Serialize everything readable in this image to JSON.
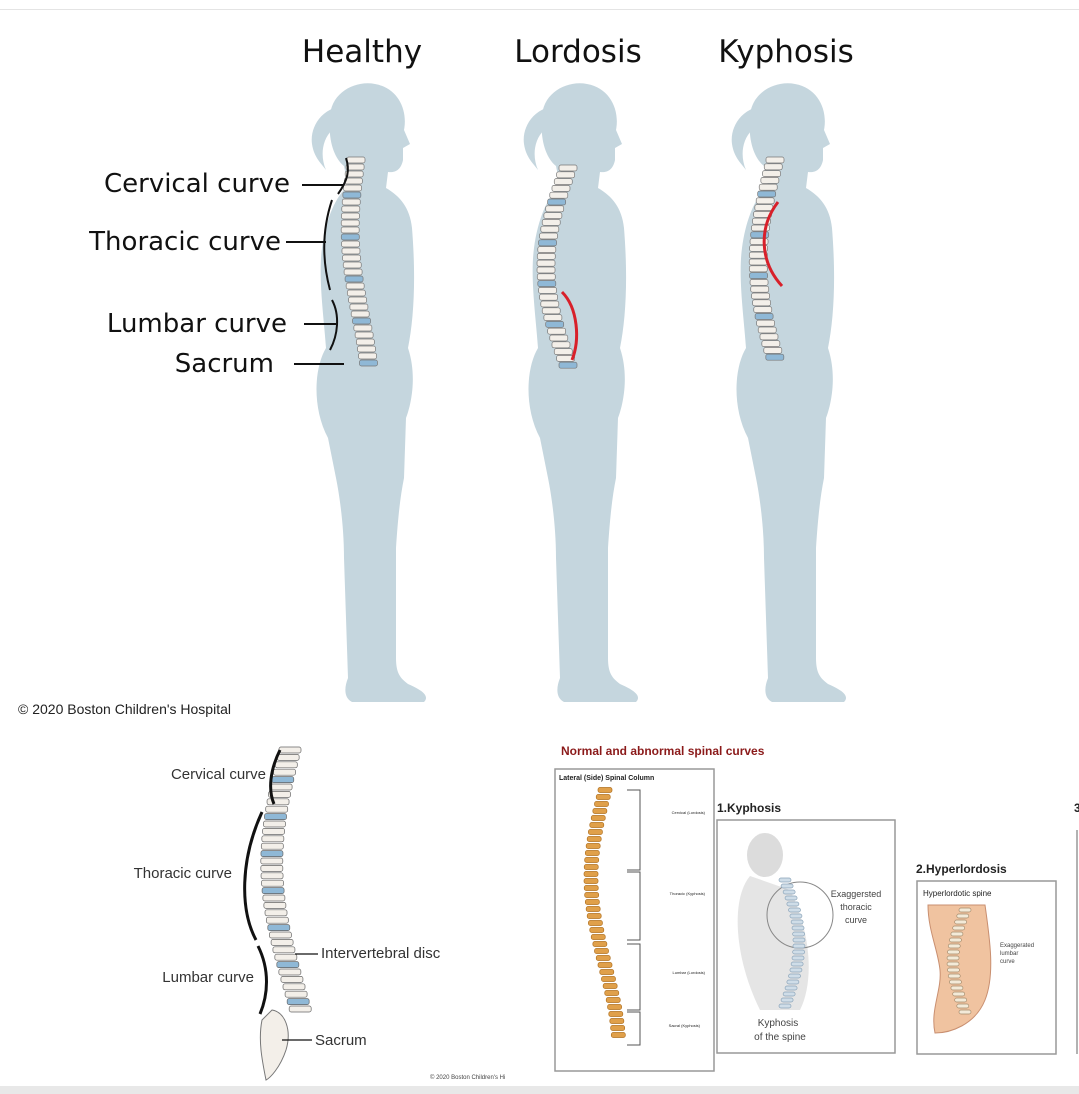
{
  "panel_top": {
    "headings": [
      "Healthy",
      "Lordosis",
      "Kyphosis"
    ],
    "labels": {
      "cervical": "Cervical curve",
      "thoracic": "Thoracic curve",
      "lumbar": "Lumbar curve",
      "sacrum": "Sacrum"
    },
    "copyright": "© 2020 Boston Children's Hospital"
  },
  "panel_bottom_left": {
    "labels": {
      "cervical": "Cervical curve",
      "thoracic": "Thoracic curve",
      "lumbar": "Lumbar curve",
      "disc": "Intervertebral disc",
      "sacrum": "Sacrum"
    },
    "copyright": "© 2020 Boston Children's Hi"
  },
  "panel_bottom_right": {
    "title": "Normal and abnormal spinal curves",
    "lateral_title": "Lateral (Side) Spinal Column",
    "lateral_labels": [
      "Cervical (Lordosis)",
      "Thoracic (Kyphosis)",
      "Lumbar (Lordosis)",
      "Sacral (Kyphosis)"
    ],
    "kyphosis_title": "1.Kyphosis",
    "kyphosis_note": [
      "Exaggersted",
      "thoracic",
      "curve"
    ],
    "kyphosis_caption": [
      "Kyphosis",
      "of the spine"
    ],
    "hyper_title": "2.Hyperlordosis",
    "hyper_subtitle": "Hyperlordotic spine",
    "hyper_note": [
      "Exaggerated",
      "lumbar",
      "curve"
    ],
    "cut_title": "3"
  },
  "colors": {
    "silhouette": "#c5d6de",
    "spine": "#f3efe9",
    "disc": "#8fb8d6",
    "red_curve": "#d8202a",
    "bone_orange": "#e0a04a",
    "title_red": "#8b1a1a"
  }
}
